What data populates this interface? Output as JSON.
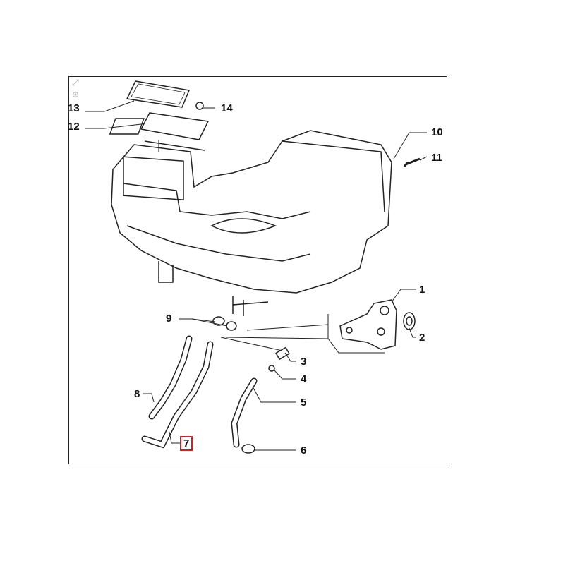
{
  "toolbar": {
    "icons": [
      "expand-icon",
      "zoom-in-icon"
    ]
  },
  "labels": [
    "1",
    "2",
    "3",
    "4",
    "5",
    "6",
    "7",
    "8",
    "9",
    "10",
    "11",
    "12",
    "13",
    "14"
  ],
  "highlighted_label": "7",
  "colors": {
    "highlight": "#c0282d",
    "line": "#222222"
  }
}
